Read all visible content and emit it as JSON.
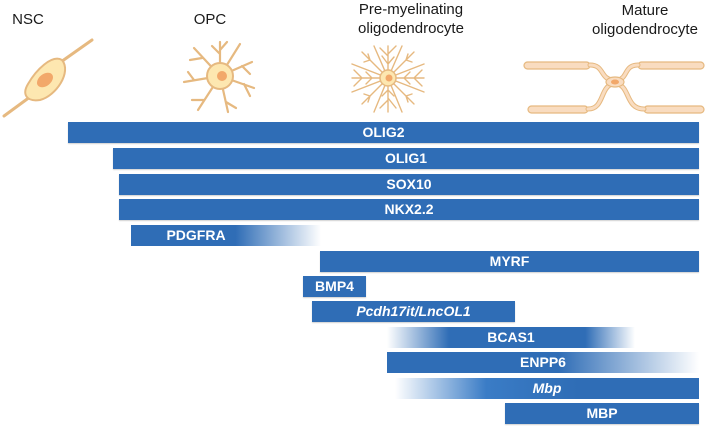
{
  "stages": [
    {
      "id": "nsc",
      "label": "NSC"
    },
    {
      "id": "opc",
      "label": "OPC"
    },
    {
      "id": "premyelinating",
      "label_line1": "Pre-myelinating",
      "label_line2": "oligodendrocyte"
    },
    {
      "id": "mature",
      "label_line1": "Mature",
      "label_line2": "oligodendrocyte"
    }
  ],
  "colors": {
    "bar_blue": "#2f6db6",
    "bar_blue_light": "#4f8fd6",
    "cell_fill": "#fde7b0",
    "cell_outline": "#e6b980",
    "nucleus": "#f2a86a",
    "myelin_fill": "#f9dcc0"
  },
  "markers": [
    {
      "label": "OLIG2",
      "style": "solid"
    },
    {
      "label": "OLIG1",
      "style": "solid"
    },
    {
      "label": "SOX10",
      "style": "solid"
    },
    {
      "label": "NKX2.2",
      "style": "solid"
    },
    {
      "label": "PDGFRA",
      "style": "fade-right"
    },
    {
      "label": "MYRF",
      "style": "solid"
    },
    {
      "label": "BMP4",
      "style": "solid"
    },
    {
      "label": "Pcdh17it/LncOL1",
      "style": "solid",
      "italic": true
    },
    {
      "label": "BCAS1",
      "style": "fade-both"
    },
    {
      "label": "ENPP6",
      "style": "fade-right"
    },
    {
      "label": "Mbp",
      "style": "fade-left",
      "italic": true
    },
    {
      "label": "MBP",
      "style": "solid"
    }
  ]
}
